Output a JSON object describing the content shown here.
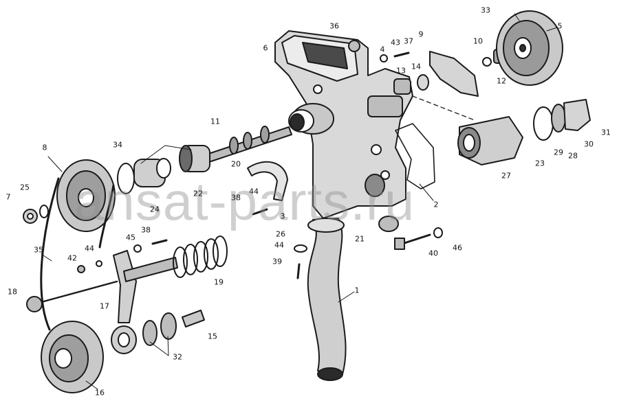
{
  "watermark": "ansat-parts.ru",
  "colors": {
    "ink": "#1a1a1a",
    "fill": "#d9d9d9",
    "dark": "#4a4a4a",
    "watermark": "#8f8f8f"
  },
  "labels": {
    "p1": "1",
    "p2": "2",
    "p3": "3",
    "p4": "4",
    "p5": "5",
    "p6": "6",
    "p7": "7",
    "p8": "8",
    "p9": "9",
    "p10": "10",
    "p11": "11",
    "p12": "12",
    "p13": "13",
    "p14": "14",
    "p15": "15",
    "p16": "16",
    "p17": "17",
    "p18": "18",
    "p19": "19",
    "p20": "20",
    "p21": "21",
    "p22": "22",
    "p23": "23",
    "p24": "24",
    "p25": "25",
    "p26": "26",
    "p27": "27",
    "p28": "28",
    "p29": "29",
    "p30": "30",
    "p31": "31",
    "p32": "32",
    "p33": "33",
    "p34": "34",
    "p35": "35",
    "p36": "36",
    "p37": "37",
    "p38a": "38",
    "p38b": "38",
    "p39": "39",
    "p40": "40",
    "p42": "42",
    "p43": "43",
    "p44a": "44",
    "p44b": "44",
    "p44c": "44",
    "p45": "45",
    "p46": "46"
  }
}
